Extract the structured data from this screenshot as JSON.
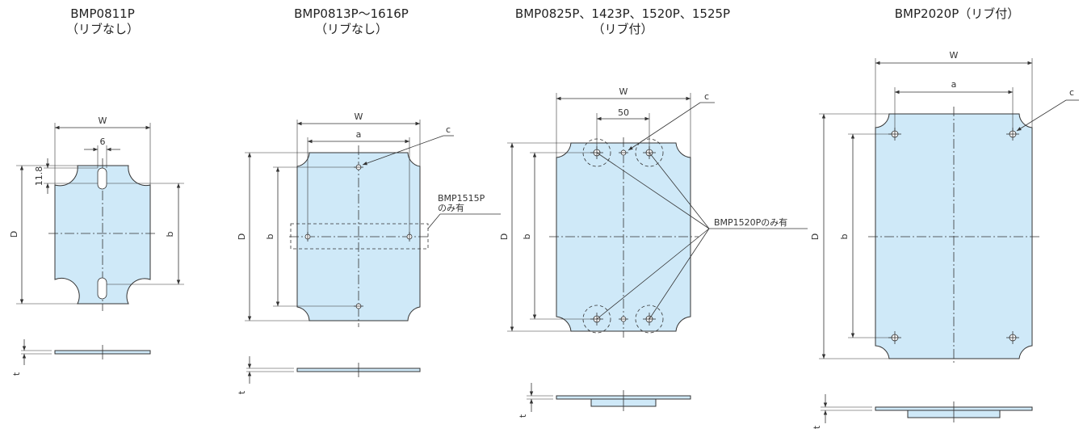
{
  "panels": [
    {
      "title_model": "BMP0811P",
      "title_note": "（リブなし）"
    },
    {
      "title_model": "BMP0813P～1616P",
      "title_note": "（リブなし）"
    },
    {
      "title_model": "BMP0825P、1423P、1520P、1525P",
      "title_note": "（リブ付）"
    },
    {
      "title_model": "BMP2020P（リブ付）",
      "title_note": ""
    }
  ],
  "labels": {
    "W": "W",
    "D": "D",
    "a": "a",
    "b": "b",
    "c": "c",
    "t": "t",
    "dim6": "6",
    "dim11_8": "11.8",
    "dim50": "50",
    "note1515_line1": "BMP1515P",
    "note1515_line2": "のみ有",
    "note1520": "BMP1520Pのみ有"
  },
  "colors": {
    "plate_fill": "#cfe9f8",
    "line": "#333333"
  }
}
